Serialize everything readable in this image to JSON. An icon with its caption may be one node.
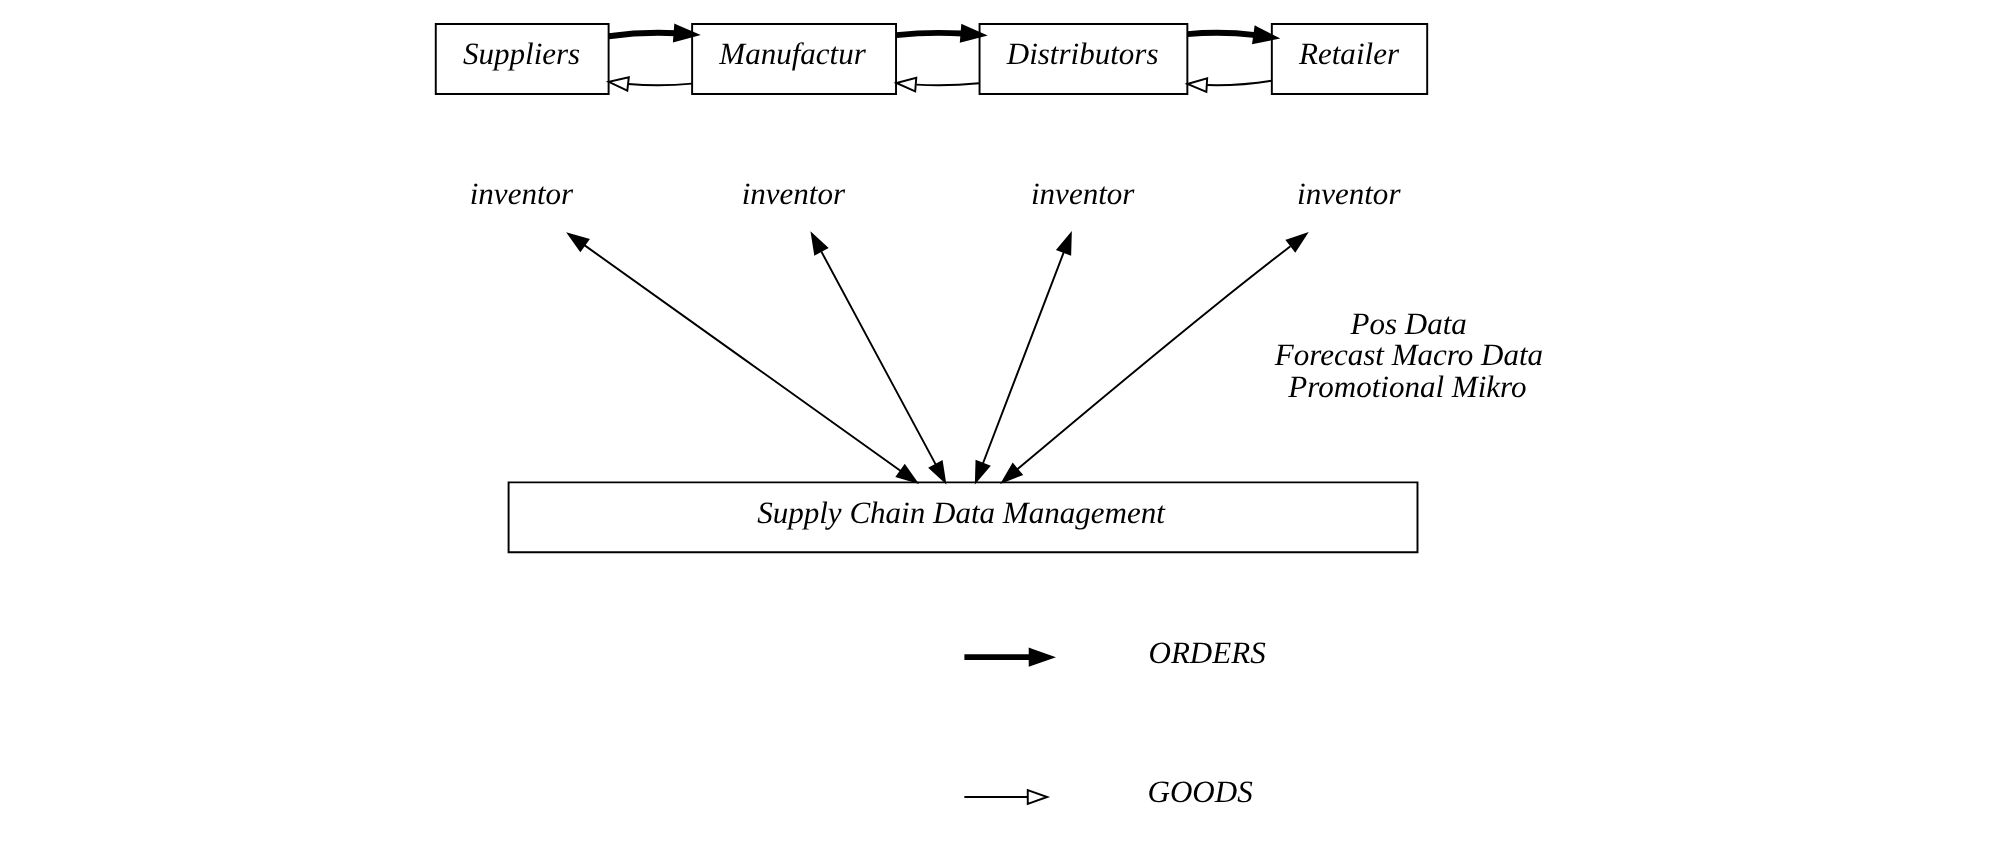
{
  "diagram": {
    "nodes": [
      {
        "text": [
          "Suppliers"
        ]
      },
      {
        "text": [
          "Manufactur"
        ]
      },
      {
        "text": [
          "Distributors"
        ]
      },
      {
        "text": [
          "Retailer"
        ]
      },
      {
        "text": [
          "inventor"
        ]
      },
      {
        "text": [
          "inventor"
        ]
      },
      {
        "text": [
          "inventor"
        ]
      },
      {
        "text": [
          "inventor"
        ]
      },
      {
        "text": [
          "Supply Chain Data Management"
        ]
      }
    ],
    "edges": [
      {
        "from": 1,
        "to": 0,
        "arrow": "to"
      },
      {
        "from": 0,
        "to": 1,
        "arrow": "to",
        "style": "thick"
      },
      {
        "from": 2,
        "to": 1,
        "arrow": "to"
      },
      {
        "from": 1,
        "to": 2,
        "arrow": "to",
        "style": "thick"
      },
      {
        "from": 3,
        "to": 2,
        "arrow": "to"
      },
      {
        "from": 2,
        "to": 3,
        "arrow": "to",
        "style": "thick"
      },
      {
        "from": 4,
        "to": 8,
        "arrow": "both"
      },
      {
        "from": 5,
        "to": 8,
        "arrow": "both"
      },
      {
        "from": 6,
        "to": 8,
        "arrow": "both"
      },
      {
        "from": 7,
        "to": 8,
        "arrow": "both"
      }
    ],
    "labels": [
      "Pos Data",
      "Forecast Macro Data",
      "Promotional Mikro"
    ],
    "legend": [
      {
        "text": "ORDERS"
      },
      {
        "text": "GOODS"
      }
    ]
  }
}
